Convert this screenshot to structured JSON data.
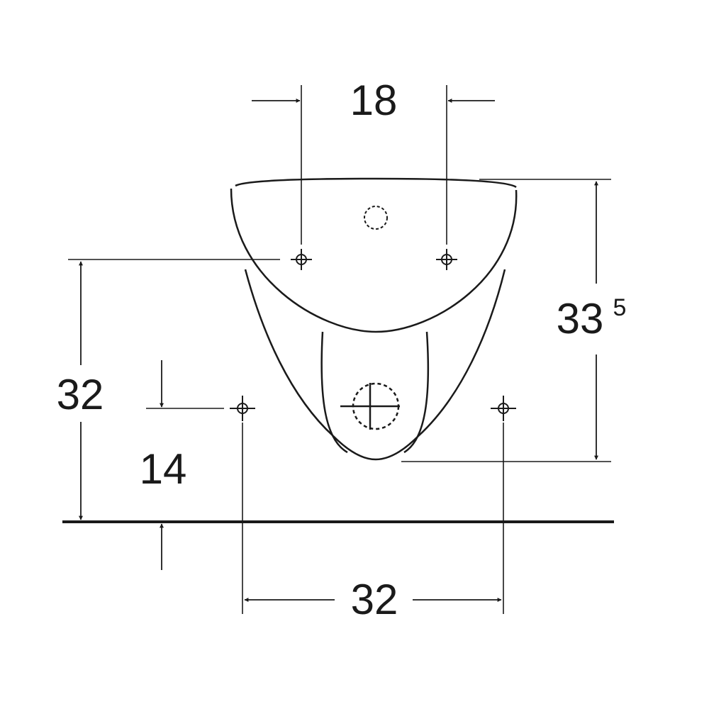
{
  "dimensions": {
    "top_hole_spacing": "18",
    "height_main": "33",
    "height_sup": "5",
    "left_height": "32",
    "bottom_offset": "14",
    "bottom_hole_spacing": "32"
  },
  "colors": {
    "line": "#1a1a1a",
    "background": "#ffffff"
  },
  "icons": {
    "fixing_hole": "crosshair-icon",
    "drain_outlet": "dashed-circle-icon"
  }
}
